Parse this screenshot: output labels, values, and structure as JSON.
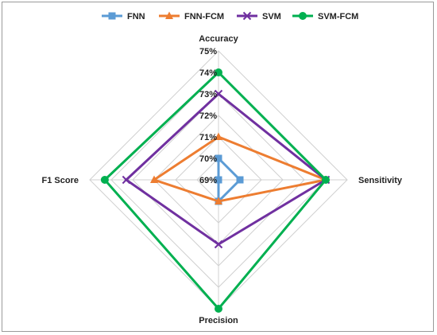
{
  "chart_data": {
    "type": "radar",
    "axes": [
      "Accuracy",
      "Sensitivity",
      "Precision",
      "F1 Score"
    ],
    "tick_labels": [
      "69%",
      "70%",
      "71%",
      "72%",
      "73%",
      "74%",
      "75%"
    ],
    "rlim": [
      69,
      75
    ],
    "grid": true,
    "legend_position": "top",
    "series": [
      {
        "name": "FNN",
        "color": "#5b9bd5",
        "marker": "square",
        "values": [
          70,
          70,
          70,
          69
        ]
      },
      {
        "name": "FNN-FCM",
        "color": "#ed7d31",
        "marker": "triangle",
        "values": [
          71,
          74,
          70,
          72
        ]
      },
      {
        "name": "SVM",
        "color": "#7030a0",
        "marker": "x",
        "values": [
          73,
          74,
          72,
          73.3
        ]
      },
      {
        "name": "SVM-FCM",
        "color": "#00b050",
        "marker": "circle",
        "values": [
          74,
          74,
          75,
          74.3
        ]
      }
    ]
  }
}
